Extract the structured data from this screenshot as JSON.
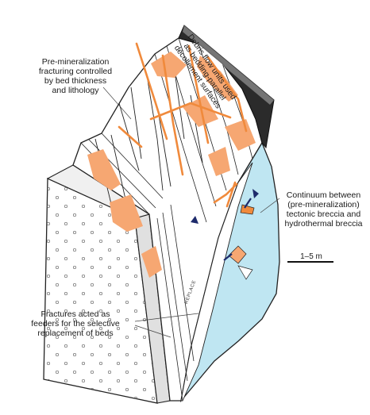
{
  "labels": {
    "debris_flow": "Debris flow units used\nas bedding-parallel\ndécollement surfaces",
    "pre_min_fracturing": "Pre-mineralization\nfracturing controlled\nby bed thickness\nand lithology",
    "continuum": "Continuum between\n(pre-mineralization)\ntectonic breccia and\nhydrothermal breccia",
    "fractures_feeders": "Fractures acted as\nfeeders for the selective\nreplacement of beds",
    "scale": "1–5 m",
    "vertical_marker": "REPLACE"
  },
  "colors": {
    "orange_fill": "#f6a772",
    "orange_line": "#f08a3c",
    "blue_fill": "#bfe6f2",
    "outline": "#222222",
    "dark_band": "#2b2b2b",
    "navy_clast": "#1d2a6b"
  }
}
